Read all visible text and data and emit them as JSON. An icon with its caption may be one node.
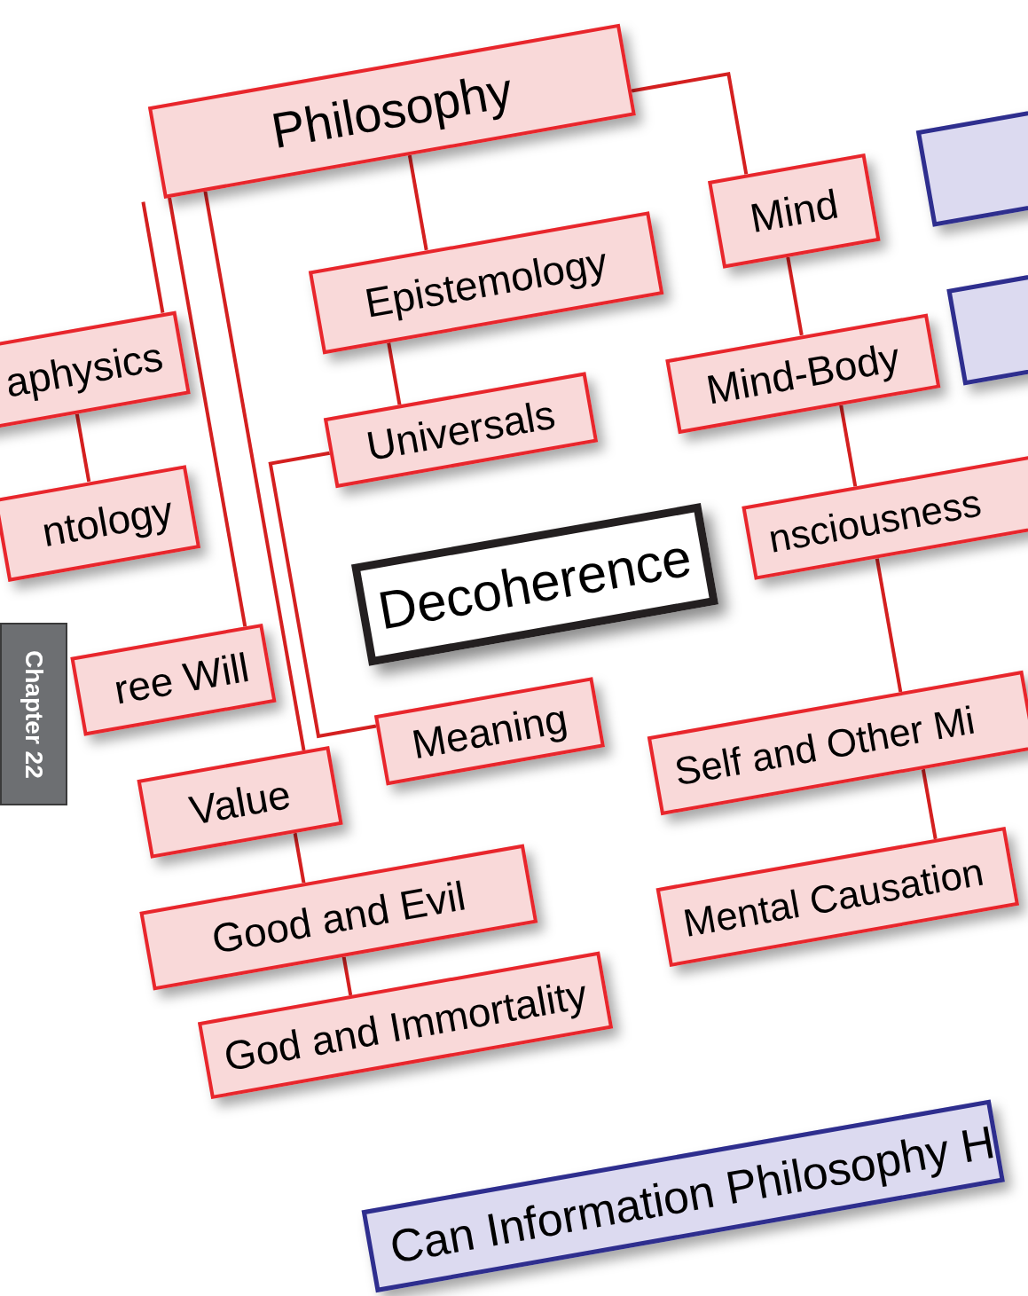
{
  "diagram": {
    "nodes": [
      {
        "text": [
          "Philosophy"
        ]
      },
      {
        "text": [
          "Mind"
        ]
      },
      {
        "text": [],
        "shape": "box"
      },
      {
        "text": [
          "Epistemology"
        ]
      },
      {
        "text": [
          "aphysics"
        ]
      },
      {
        "text": [],
        "shape": "box"
      },
      {
        "text": [
          "Universals"
        ]
      },
      {
        "text": [
          "Mind-Body"
        ]
      },
      {
        "text": [
          "ntology"
        ]
      },
      {
        "text": [
          "Decoherence"
        ]
      },
      {
        "text": [
          "nsciousness"
        ]
      },
      {
        "text": [
          "ree Will"
        ]
      },
      {
        "text": [
          "Meaning"
        ]
      },
      {
        "text": [
          "Self and Other Mi"
        ]
      },
      {
        "text": [
          "Chapter 22"
        ]
      },
      {
        "text": [
          "Value"
        ]
      },
      {
        "text": [
          "Mental Causation"
        ]
      },
      {
        "text": [
          "Good and Evil"
        ]
      },
      {
        "text": [
          "God and Immortality"
        ]
      },
      {
        "text": [
          "Can Information Philosophy H"
        ]
      }
    ],
    "edges": [
      {
        "from": 0,
        "to": 4,
        "arrow": "none"
      },
      {
        "from": 0,
        "to": 11,
        "arrow": "none"
      },
      {
        "from": 0,
        "to": 15,
        "arrow": "none"
      },
      {
        "from": 0,
        "to": 3,
        "arrow": "none"
      },
      {
        "from": 0,
        "to": 1,
        "arrow": "none"
      },
      {
        "from": 4,
        "to": 8,
        "arrow": "none"
      },
      {
        "from": 3,
        "to": 6,
        "arrow": "none"
      },
      {
        "from": 6,
        "to": 12,
        "arrow": "none"
      },
      {
        "from": 1,
        "to": 7,
        "arrow": "none"
      },
      {
        "from": 7,
        "to": 10,
        "arrow": "none"
      },
      {
        "from": 10,
        "to": 13,
        "arrow": "none"
      },
      {
        "from": 13,
        "to": 16,
        "arrow": "none"
      },
      {
        "from": 15,
        "to": 17,
        "arrow": "none"
      },
      {
        "from": 17,
        "to": 18,
        "arrow": "none"
      }
    ]
  }
}
